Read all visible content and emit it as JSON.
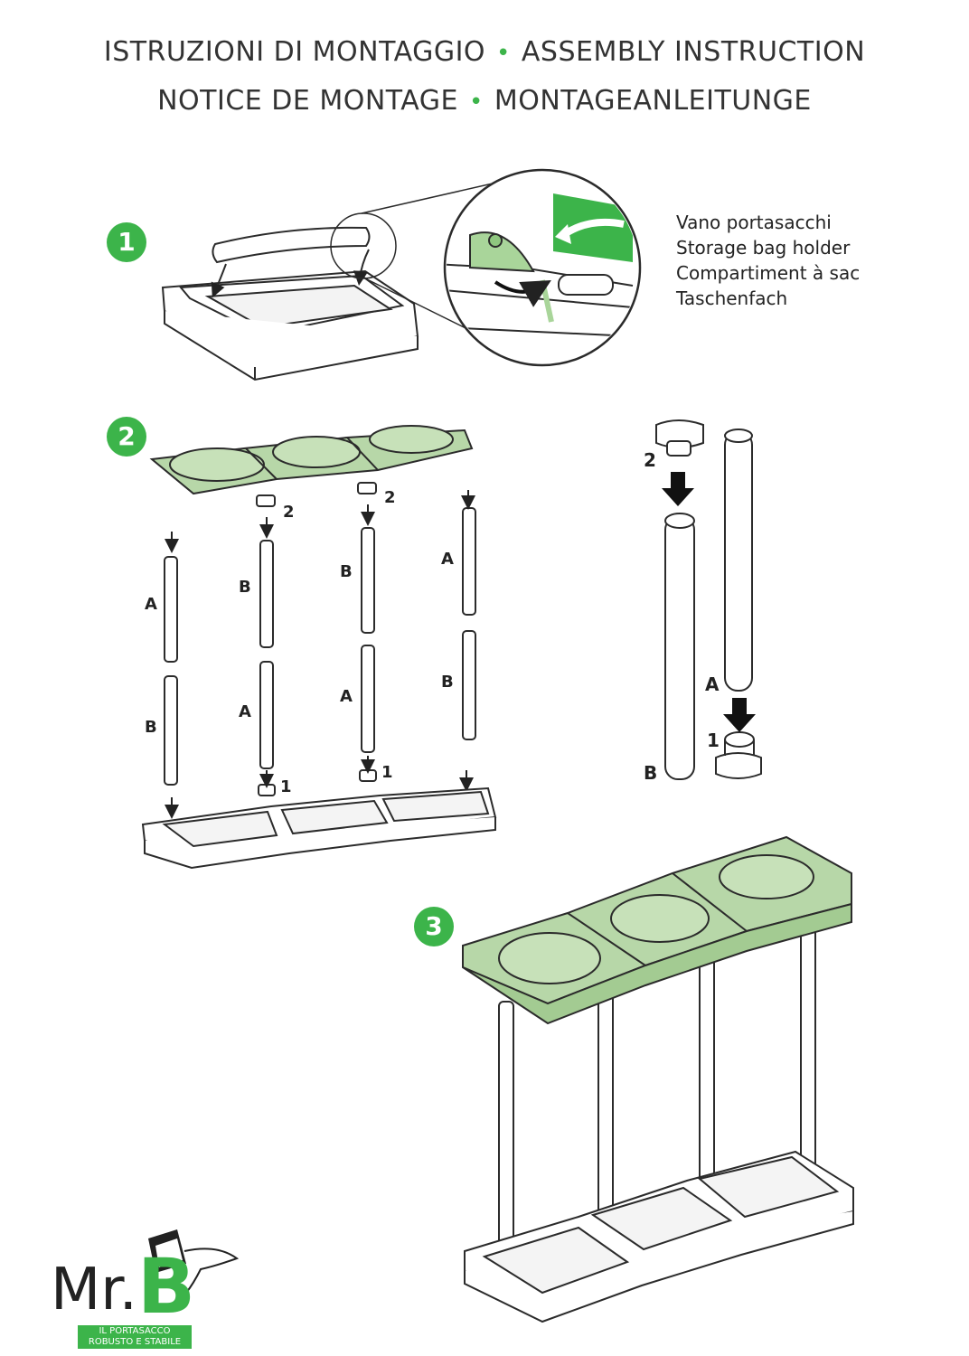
{
  "header": {
    "line1_left": "ISTRUZIONI DI MONTAGGIO",
    "line1_right": "ASSEMBLY INSTRUCTION",
    "line2_left": "NOTICE DE MONTAGE",
    "line2_right": "MONTAGEANLEITUNGE",
    "separator": "•"
  },
  "steps": {
    "step1": "1",
    "step2": "2",
    "step3": "3"
  },
  "callout": {
    "it": "Vano portasacchi",
    "en": "Storage bag holder",
    "fr": "Compartiment à sac",
    "de": "Taschenfach"
  },
  "parts": {
    "a": "A",
    "b": "B",
    "one": "1",
    "two": "2"
  },
  "logo": {
    "name": "Mr.",
    "letter": "B",
    "tagline1": "IL PORTASACCO",
    "tagline2": "ROBUSTO E STABILE"
  },
  "colors": {
    "accent": "#3cb44a",
    "lid": "#b7d7a8",
    "line": "#2b2b2b"
  }
}
